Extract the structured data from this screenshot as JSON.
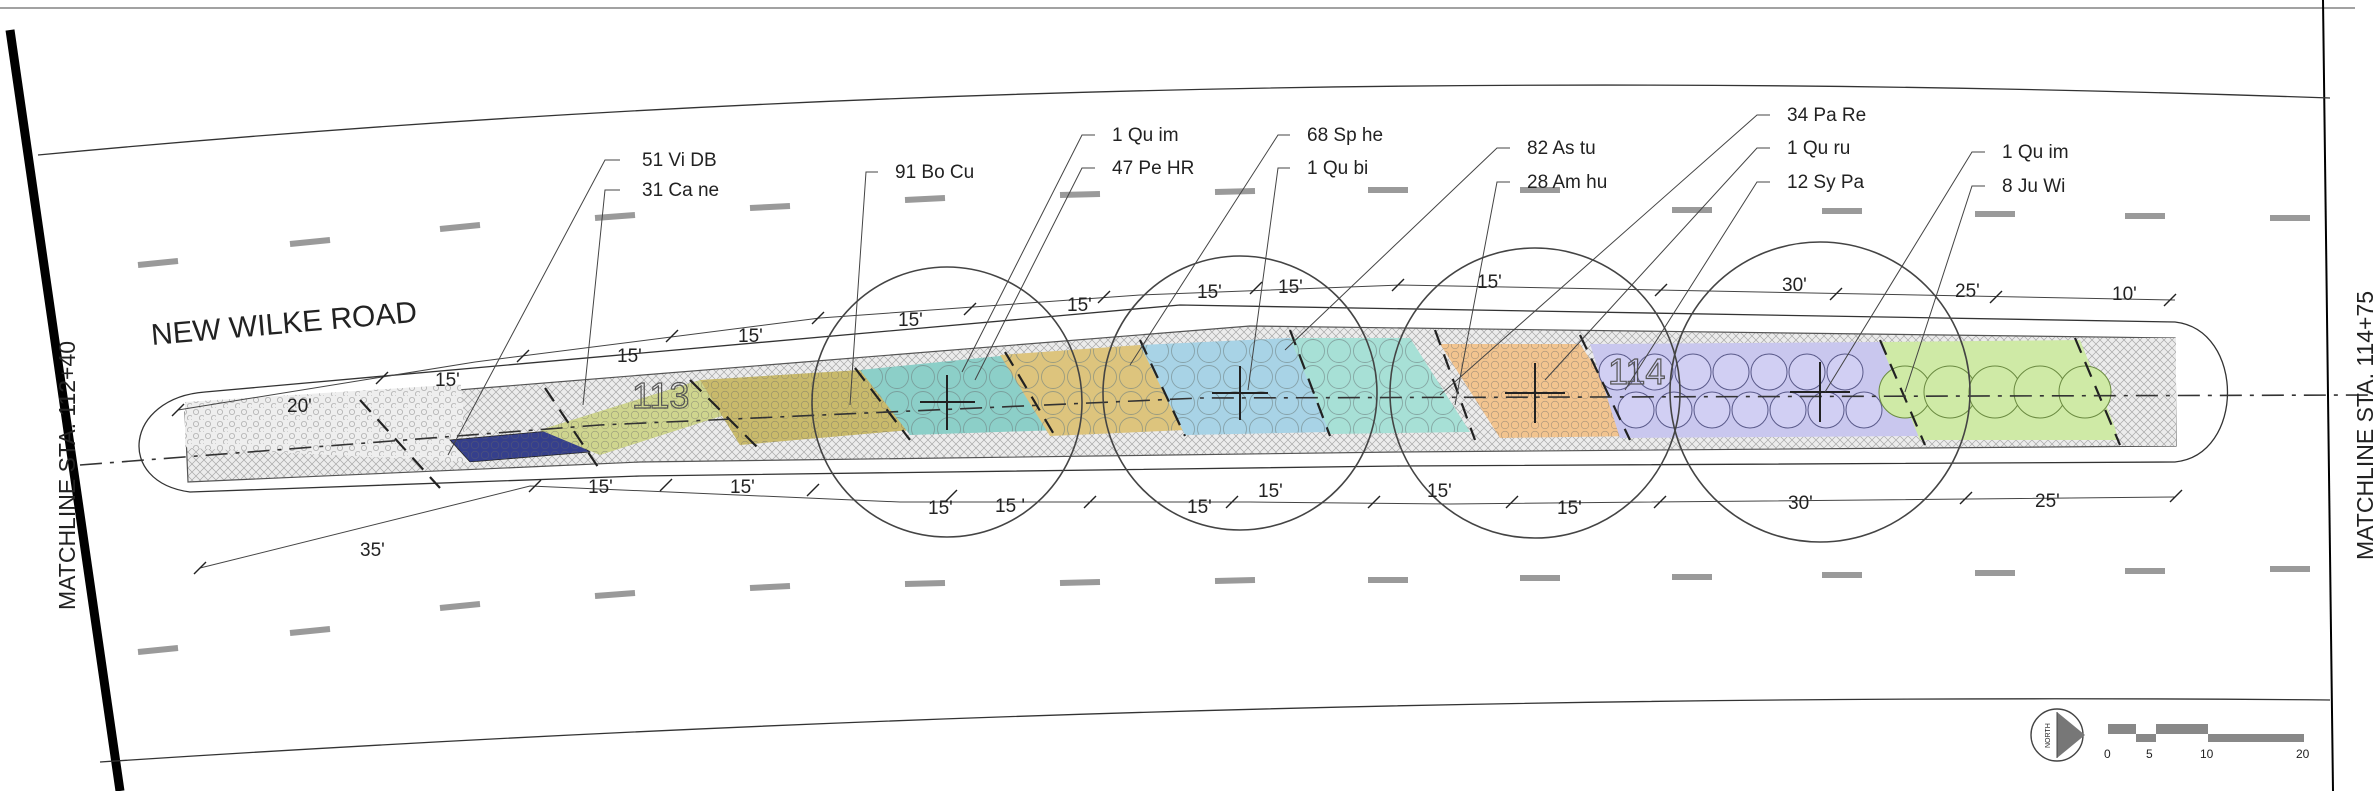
{
  "road_name": "NEW WILKE ROAD",
  "matchline_left": "MATCHLINE STA. 112+40",
  "matchline_right": "MATCHLINE STA. 114+75",
  "plant_labels": [
    "51 Vi DB",
    "31 Ca ne",
    "91 Bo Cu",
    "1 Qu im",
    "47 Pe HR",
    "68 Sp he",
    "1 Qu bi",
    "82 As tu",
    "28 Am hu",
    "34 Pa Re",
    "1 Qu ru",
    "12 Sy Pa",
    "1 Qu im",
    "8 Ju Wi"
  ],
  "top_dimensions": [
    "20'",
    "15'",
    "15'",
    "15'",
    "15'",
    "15'",
    "15'",
    "15'",
    "15'",
    "30'",
    "25'",
    "10'"
  ],
  "bottom_dimensions": [
    "35'",
    "15'",
    "15'",
    "15'",
    "15 '",
    "15'",
    "15'",
    "15'",
    "15'",
    "30'",
    "25'"
  ],
  "marker_left": "113",
  "marker_right": "114",
  "north_label": "NORTH",
  "scale_labels": [
    "0",
    "5",
    "10",
    "20"
  ],
  "colors": {
    "navy_bed": "#353f8c",
    "yellow_green_bed": "#cfd58e",
    "olive_bed": "#c9ba6b",
    "teal_bed": "#8ccfc8",
    "tan_bed": "#ddc47d",
    "blue_bed": "#a8d3e6",
    "aqua_bed": "#a7e0d6",
    "orange_bed": "#f2c48f",
    "lavender_bed": "#c9c7ee",
    "light_green_bed": "#cfeaa6"
  }
}
